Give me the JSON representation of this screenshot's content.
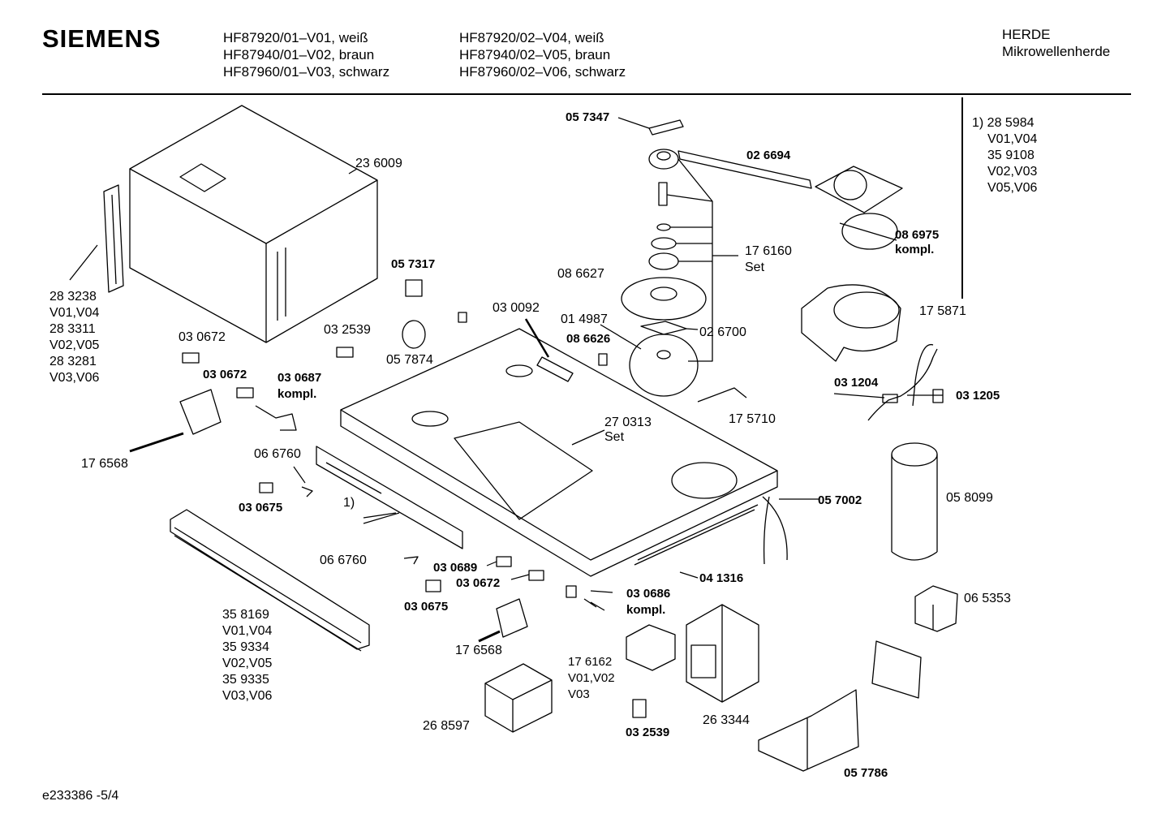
{
  "header": {
    "brand": "SIEMENS",
    "models_col1": [
      "HF87920/01–V01, weiß",
      "HF87940/01–V02, braun",
      "HF87960/01–V03, schwarz"
    ],
    "models_col2": [
      "HF87920/02–V04, weiß",
      "HF87940/02–V05, braun",
      "HF87960/02–V06, schwarz"
    ],
    "category": [
      "HERDE",
      "Mikrowellenherde"
    ]
  },
  "note": [
    "1) 28 5984",
    "V01,V04",
    "35 9108",
    "V02,V03",
    "V05,V06"
  ],
  "parts": [
    {
      "id": "p236009",
      "text": "23 6009",
      "bold": false
    },
    {
      "id": "p283238",
      "text": "28 3238\nV01,V04\n28 3311\nV02,V05\n28 3281\nV03,V06",
      "bold": false
    },
    {
      "id": "p057317",
      "text": "05 7317",
      "bold": false
    },
    {
      "id": "p057874",
      "text": "05 7874",
      "bold": false
    },
    {
      "id": "p032539a",
      "text": "03 2539",
      "bold": false
    },
    {
      "id": "p030672a",
      "text": "03 0672",
      "bold": false
    },
    {
      "id": "p030672b",
      "text": "03 0672",
      "bold": true
    },
    {
      "id": "p030687",
      "text": "03 0687\nkompl.",
      "bold": true
    },
    {
      "id": "p176568a",
      "text": "17 6568",
      "bold": false
    },
    {
      "id": "p066760a",
      "text": "06 6760",
      "bold": false
    },
    {
      "id": "p030675a",
      "text": "03 0675",
      "bold": true
    },
    {
      "id": "p1",
      "text": "1)",
      "bold": false
    },
    {
      "id": "p066760b",
      "text": "06 6760",
      "bold": false
    },
    {
      "id": "p030689",
      "text": "03 0689",
      "bold": true
    },
    {
      "id": "p030672c",
      "text": "03 0672",
      "bold": true
    },
    {
      "id": "p030675b",
      "text": "03 0675",
      "bold": true
    },
    {
      "id": "p358169",
      "text": "35 8169\nV01,V04\n35 9334\nV02,V05\n35 9335\nV03,V06",
      "bold": false
    },
    {
      "id": "p176568b",
      "text": "17 6568",
      "bold": false
    },
    {
      "id": "p268597",
      "text": "26 8597",
      "bold": false
    },
    {
      "id": "p030686",
      "text": "03 0686\nkompl.",
      "bold": true
    },
    {
      "id": "p176162",
      "text": "17 6162\nV01,V02\nV03",
      "bold": false
    },
    {
      "id": "p032539b",
      "text": "03 2539",
      "bold": true
    },
    {
      "id": "p263344",
      "text": "26 3344",
      "bold": false
    },
    {
      "id": "p057786",
      "text": "05 7786",
      "bold": true
    },
    {
      "id": "p057347",
      "text": "05 7347",
      "bold": true
    },
    {
      "id": "p026694",
      "text": "02 6694",
      "bold": true
    },
    {
      "id": "p176160",
      "text": "17 6160\nSet",
      "bold": false
    },
    {
      "id": "p086627",
      "text": "08 6627",
      "bold": false
    },
    {
      "id": "p030092",
      "text": "03 0092",
      "bold": false
    },
    {
      "id": "p014987",
      "text": "01 4987",
      "bold": false
    },
    {
      "id": "p086626",
      "text": "08 6626",
      "bold": true
    },
    {
      "id": "p026700",
      "text": "02 6700",
      "bold": false
    },
    {
      "id": "p270313",
      "text": "27 0313\nSet",
      "bold": false
    },
    {
      "id": "p175710",
      "text": "17 5710",
      "bold": false
    },
    {
      "id": "p057002",
      "text": "05 7002",
      "bold": true
    },
    {
      "id": "p041316",
      "text": "04 1316",
      "bold": true
    },
    {
      "id": "p086975",
      "text": "08 6975\nkompl.",
      "bold": true
    },
    {
      "id": "p175871",
      "text": "17 5871",
      "bold": false
    },
    {
      "id": "p031204",
      "text": "03 1204",
      "bold": true
    },
    {
      "id": "p031205",
      "text": "03 1205",
      "bold": true
    },
    {
      "id": "p058099",
      "text": "05 8099",
      "bold": false
    },
    {
      "id": "p065353",
      "text": "06 5353",
      "bold": false
    }
  ],
  "footer": "e233386 -5/4"
}
